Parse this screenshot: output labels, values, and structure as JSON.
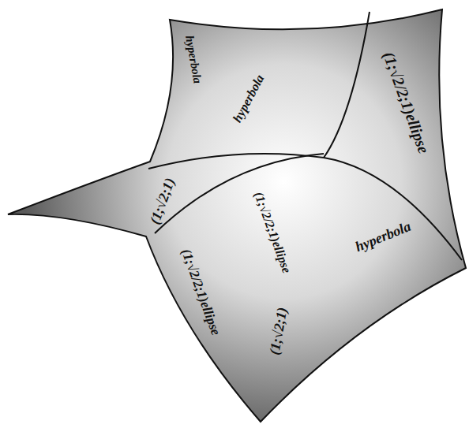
{
  "diagram": {
    "labels": [
      "hyperbola",
      "hyperbola",
      "(1;√2/2;1)ellipse",
      "(1;√2;1)",
      "(1;√2/2;1)ellipse",
      "(1;√2/2;1)ellipse",
      "hyperbola",
      "(1;√2;1)"
    ]
  }
}
